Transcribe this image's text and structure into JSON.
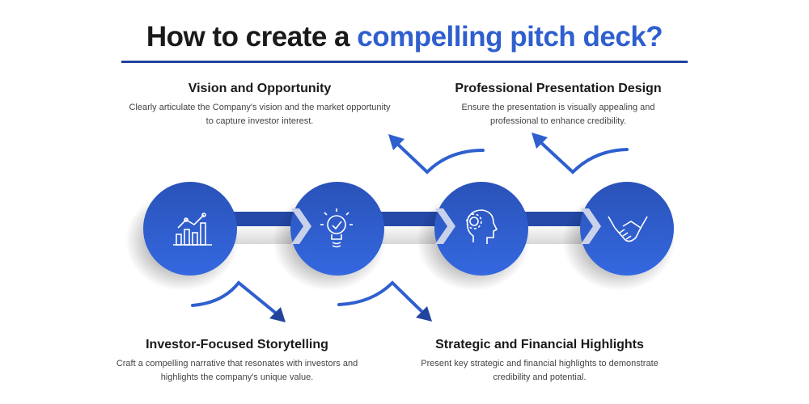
{
  "title": {
    "prefix": "How to create a ",
    "accent": "compelling pitch deck?"
  },
  "steps": [
    {
      "heading": "Vision and Opportunity",
      "line1": "Clearly articulate the Company's vision and the market opportunity",
      "line2": "to capture investor interest.",
      "icon": "chart-icon"
    },
    {
      "heading": "Investor-Focused Storytelling",
      "line1": "Craft a compelling narrative that resonates with investors and",
      "line2": "highlights the company's unique value.",
      "icon": "lightbulb-icon"
    },
    {
      "heading": "Professional Presentation Design",
      "line1": "Ensure the presentation is visually appealing and",
      "line2": "professional to enhance credibility.",
      "icon": "head-gear-icon"
    },
    {
      "heading": "Strategic and Financial Highlights",
      "line1": "Present key strategic and financial highlights to demonstrate",
      "line2": "credibility and potential.",
      "icon": "handshake-icon"
    }
  ],
  "colors": {
    "primary": "#2f5fcf",
    "dark": "#23449c",
    "text": "#1a1a1a"
  }
}
